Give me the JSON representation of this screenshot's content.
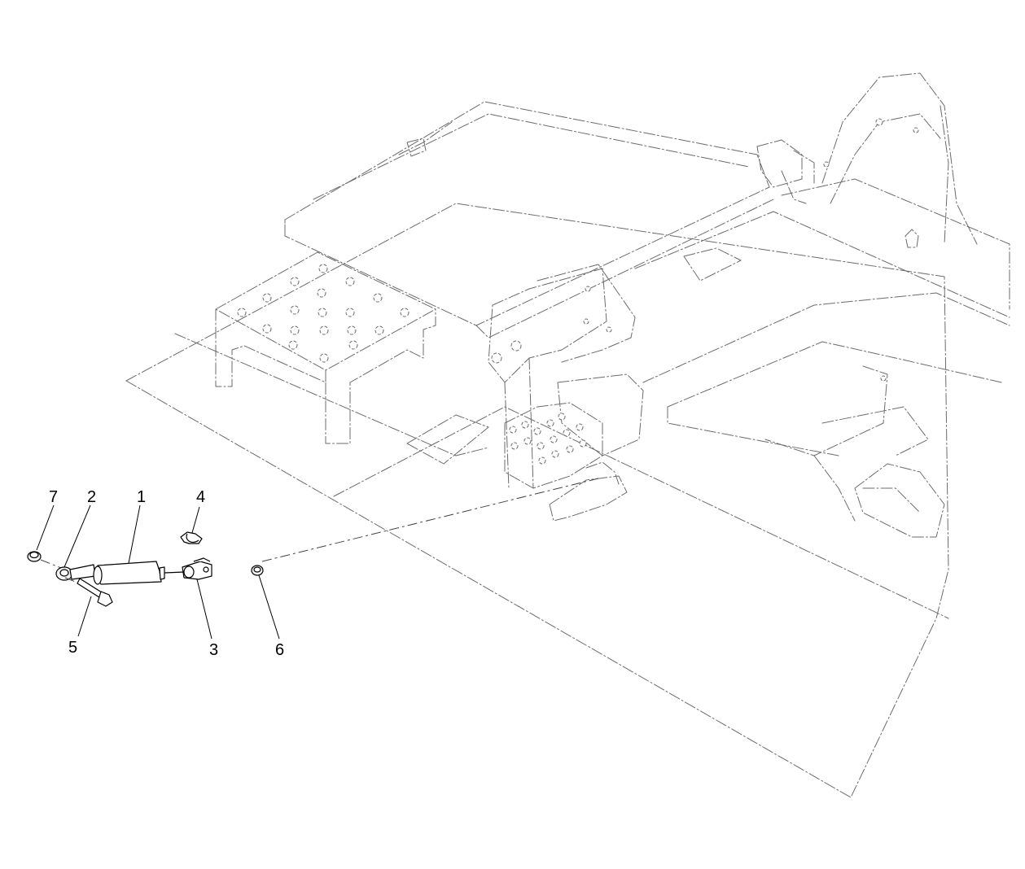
{
  "callouts": [
    {
      "id": "callout-1",
      "label": "1"
    },
    {
      "id": "callout-2",
      "label": "2"
    },
    {
      "id": "callout-3",
      "label": "3"
    },
    {
      "id": "callout-4",
      "label": "4"
    },
    {
      "id": "callout-5",
      "label": "5"
    },
    {
      "id": "callout-6",
      "label": "6"
    },
    {
      "id": "callout-7",
      "label": "7"
    }
  ],
  "colors": {
    "parts": "#000000",
    "phantom_assembly": "#6b6b6b",
    "background": "#ffffff"
  }
}
